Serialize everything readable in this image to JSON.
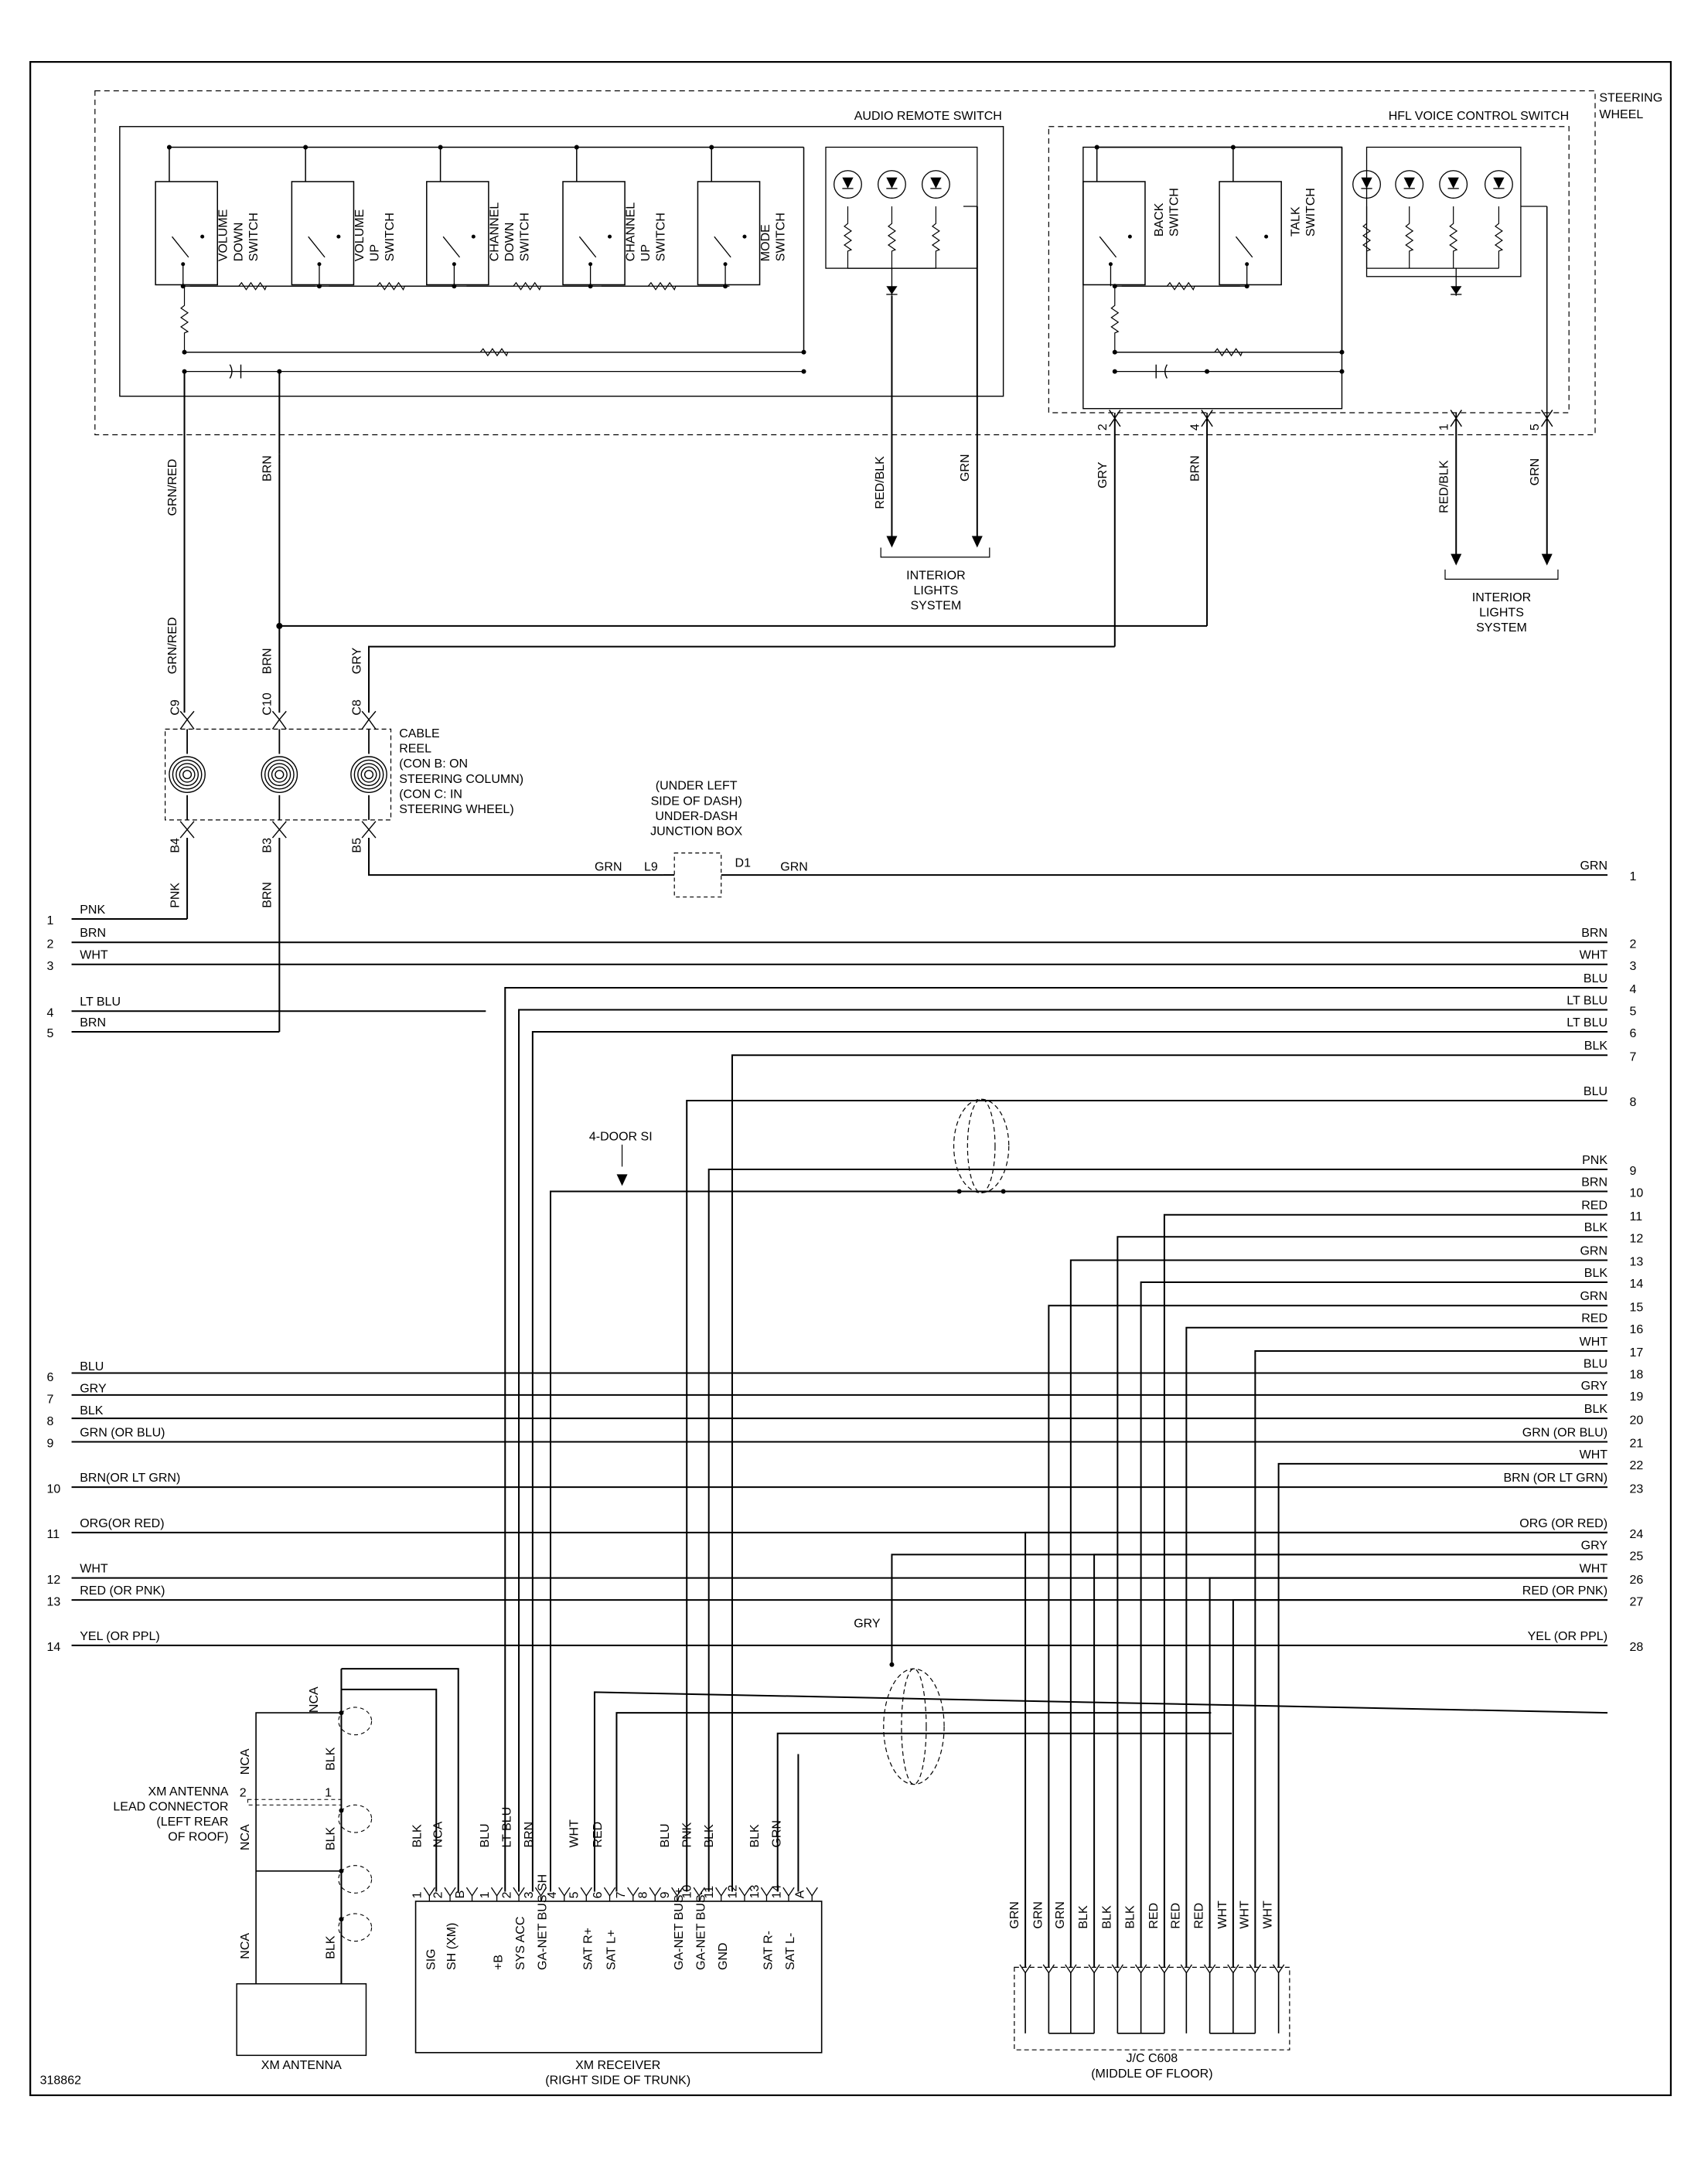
{
  "doc_id": "318862",
  "steering_wheel_label": [
    "STEERING",
    "WHEEL"
  ],
  "audio_remote": {
    "title": "AUDIO REMOTE SWITCH",
    "switches": [
      {
        "text": [
          "VOLUME",
          "DOWN",
          "SWITCH"
        ]
      },
      {
        "text": [
          "VOLUME",
          "UP",
          "SWITCH"
        ]
      },
      {
        "text": [
          "CHANNEL",
          "DOWN",
          "SWITCH"
        ]
      },
      {
        "text": [
          "CHANNEL",
          "UP",
          "SWITCH"
        ]
      },
      {
        "text": [
          "MODE",
          "SWITCH"
        ]
      }
    ]
  },
  "hfl": {
    "title": "HFL VOICE CONTROL SWITCH",
    "switches": [
      {
        "text": [
          "BACK",
          "SWITCH"
        ]
      },
      {
        "text": [
          "TALK",
          "SWITCH"
        ]
      }
    ],
    "pins": [
      "2",
      "4",
      "1",
      "5"
    ]
  },
  "wire_colors": {
    "grn_red": "GRN/RED",
    "brn": "BRN",
    "red_blk": "RED/BLK",
    "grn": "GRN",
    "gry": "GRY",
    "pnk": "PNK",
    "blk": "BLK",
    "lt_blu": "LT BLU",
    "blu": "BLU",
    "wht": "WHT",
    "red": "RED",
    "nca": "NCA"
  },
  "interior_lights": [
    "INTERIOR",
    "LIGHTS",
    "SYSTEM"
  ],
  "cable_reel": {
    "label": [
      "CABLE",
      "REEL",
      "(CON B: ON",
      "STEERING COLUMN)",
      "(CON C: IN",
      "STEERING WHEEL)"
    ],
    "top_pins": [
      "C9",
      "C10",
      "C8"
    ],
    "bottom_pins": [
      "B4",
      "B3",
      "B5"
    ]
  },
  "junction_box": {
    "label": [
      "(UNDER LEFT",
      "SIDE OF DASH)",
      "UNDER-DASH",
      "JUNCTION BOX"
    ],
    "pin_in": "L9",
    "pin_out": "D1"
  },
  "door_note": "4-DOOR SI",
  "left_rows": [
    {
      "num": "1",
      "color": "PNK"
    },
    {
      "num": "2",
      "color": "BRN"
    },
    {
      "num": "3",
      "color": "WHT"
    },
    {
      "num": "4",
      "color": "LT BLU"
    },
    {
      "num": "5",
      "color": "BRN"
    },
    {
      "num": "6",
      "color": "BLU"
    },
    {
      "num": "7",
      "color": "GRY"
    },
    {
      "num": "8",
      "color": "BLK"
    },
    {
      "num": "9",
      "color": "GRN (OR BLU)"
    },
    {
      "num": "10",
      "color": "BRN(OR LT GRN)"
    },
    {
      "num": "11",
      "color": "ORG(OR RED)"
    },
    {
      "num": "12",
      "color": "WHT"
    },
    {
      "num": "13",
      "color": "RED (OR PNK)"
    },
    {
      "num": "14",
      "color": "YEL (OR PPL)"
    }
  ],
  "right_rows": [
    {
      "num": "1",
      "color": "GRN"
    },
    {
      "num": "2",
      "color": "BRN"
    },
    {
      "num": "3",
      "color": "WHT"
    },
    {
      "num": "4",
      "color": "BLU"
    },
    {
      "num": "5",
      "color": "LT BLU"
    },
    {
      "num": "6",
      "color": "LT BLU"
    },
    {
      "num": "7",
      "color": "BLK"
    },
    {
      "num": "8",
      "color": "BLU"
    },
    {
      "num": "9",
      "color": "PNK"
    },
    {
      "num": "10",
      "color": "BRN"
    },
    {
      "num": "11",
      "color": "RED"
    },
    {
      "num": "12",
      "color": "BLK"
    },
    {
      "num": "13",
      "color": "GRN"
    },
    {
      "num": "14",
      "color": "BLK"
    },
    {
      "num": "15",
      "color": "GRN"
    },
    {
      "num": "16",
      "color": "RED"
    },
    {
      "num": "17",
      "color": "WHT"
    },
    {
      "num": "18",
      "color": "BLU"
    },
    {
      "num": "19",
      "color": "GRY"
    },
    {
      "num": "20",
      "color": "BLK"
    },
    {
      "num": "21",
      "color": "GRN  (OR BLU)"
    },
    {
      "num": "22",
      "color": "WHT"
    },
    {
      "num": "23",
      "color": "BRN   (OR LT GRN)"
    },
    {
      "num": "24",
      "color": "ORG  (OR RED)"
    },
    {
      "num": "25",
      "color": "GRY"
    },
    {
      "num": "26",
      "color": "WHT"
    },
    {
      "num": "27",
      "color": "RED  (OR PNK)"
    },
    {
      "num": "28",
      "color": "YEL  (OR PPL)"
    }
  ],
  "xm_receiver": {
    "title": [
      "XM RECEIVER",
      "(RIGHT SIDE OF TRUNK)"
    ],
    "pins": [
      {
        "num": "1",
        "wire": "BLK",
        "name": "SIG"
      },
      {
        "num": "2",
        "wire": "NCA",
        "name": "SH (XM)"
      },
      {
        "num": "B",
        "wire": "",
        "name": ""
      },
      {
        "num": "1",
        "wire": "BLU",
        "name": "+B"
      },
      {
        "num": "2",
        "wire": "LT BLU",
        "name": "SYS ACC"
      },
      {
        "num": "3",
        "wire": "BRN",
        "name": "GA-NET BUS SH"
      },
      {
        "num": "4",
        "wire": "",
        "name": ""
      },
      {
        "num": "5",
        "wire": "WHT",
        "name": "SAT R+"
      },
      {
        "num": "6",
        "wire": "RED",
        "name": "SAT L+"
      },
      {
        "num": "7",
        "wire": "",
        "name": ""
      },
      {
        "num": "8",
        "wire": "",
        "name": ""
      },
      {
        "num": "9",
        "wire": "BLU",
        "name": "GA-NET BUS+"
      },
      {
        "num": "10",
        "wire": "PNK",
        "name": "GA-NET BUS-"
      },
      {
        "num": "11",
        "wire": "BLK",
        "name": "GND"
      },
      {
        "num": "12",
        "wire": "",
        "name": ""
      },
      {
        "num": "13",
        "wire": "BLK",
        "name": "SAT R-"
      },
      {
        "num": "14",
        "wire": "GRN",
        "name": "SAT L-"
      },
      {
        "num": "A",
        "wire": "",
        "name": ""
      }
    ]
  },
  "xm_antenna": {
    "title": "XM ANTENNA",
    "lead_connector": [
      "XM ANTENNA",
      "LEAD CONNECTOR",
      "(LEFT REAR",
      "OF ROOF)"
    ],
    "pin_left": "2",
    "pin_right": "1"
  },
  "jc": {
    "title": [
      "J/C C608",
      "(MIDDLE OF FLOOR)"
    ],
    "wires": [
      "GRN",
      "GRN",
      "GRN",
      "BLK",
      "BLK",
      "BLK",
      "RED",
      "RED",
      "RED",
      "WHT",
      "WHT",
      "WHT"
    ]
  }
}
